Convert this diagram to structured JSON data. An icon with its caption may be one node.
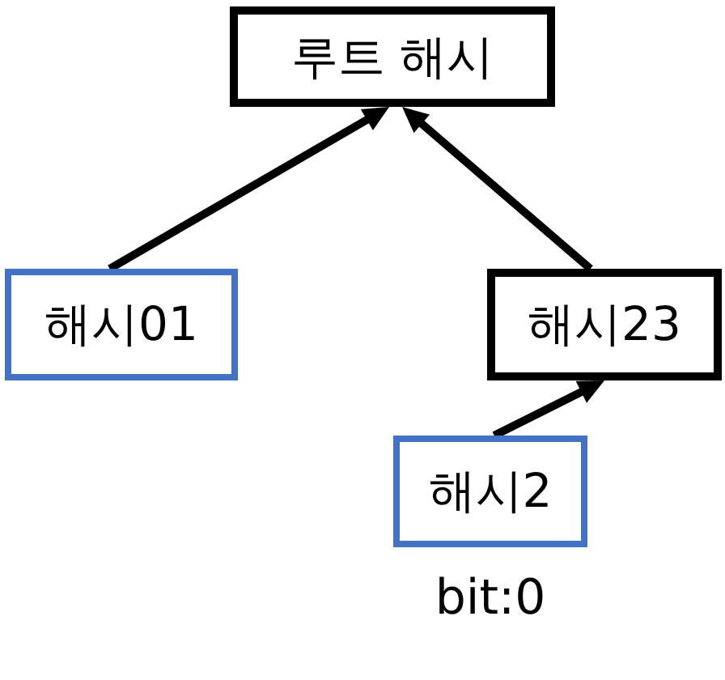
{
  "diagram": {
    "nodes": [
      {
        "text": [
          "루트 해시"
        ]
      },
      {
        "text": [
          "해시01"
        ]
      },
      {
        "text": [
          "해시23"
        ]
      },
      {
        "text": [
          "해시2"
        ],
        "beside": [
          "bit:0"
        ]
      }
    ],
    "edges": [
      {
        "from": 1,
        "to": 0,
        "arrow": "to"
      },
      {
        "from": 2,
        "to": 0,
        "arrow": "to"
      },
      {
        "from": 3,
        "to": 2,
        "arrow": "to"
      }
    ]
  }
}
